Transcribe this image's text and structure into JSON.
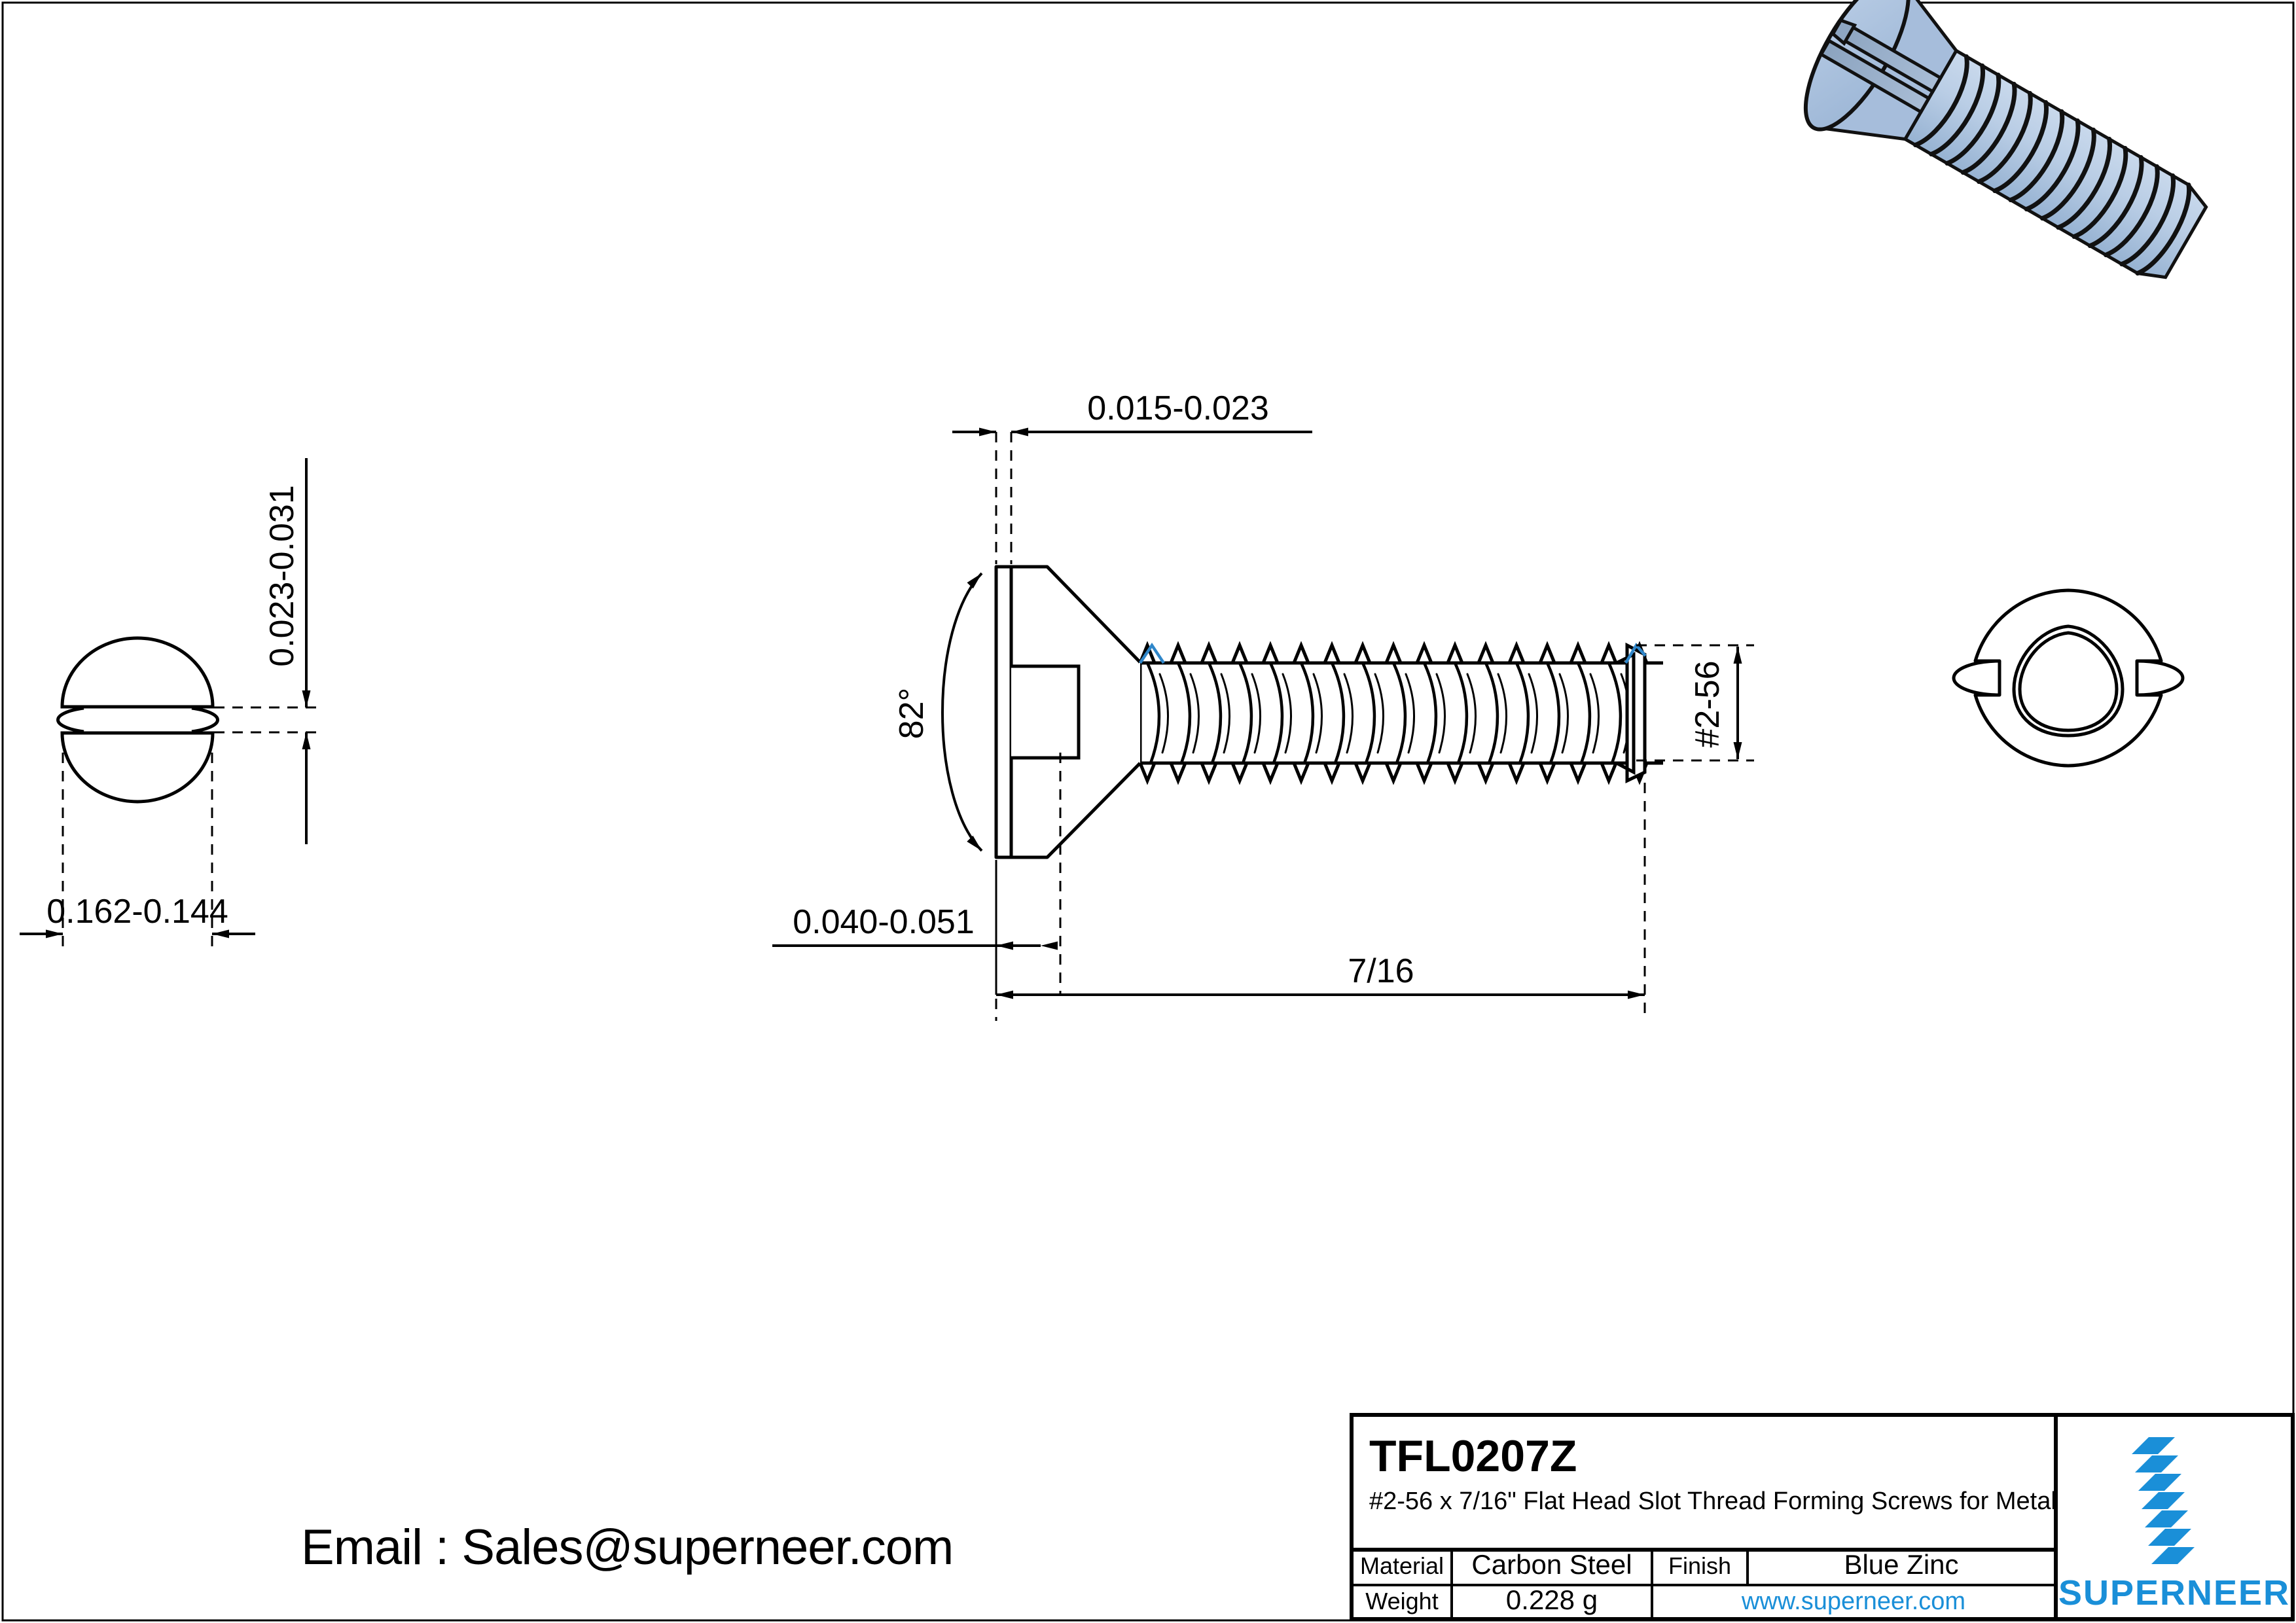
{
  "drawing": {
    "part_number": "TFL0207Z",
    "description": "#2-56 x 7/16\" Flat Head Slot Thread Forming Screws for Metal",
    "email_line": "Email : Sales@superneer.com",
    "brand": "SUPERNEER",
    "link_color": "#1a8fd8",
    "render_color": "#adc4e0",
    "line_color": "#000000"
  },
  "title_block": {
    "rows": [
      {
        "label": "Material",
        "value": "Carbon Steel",
        "label2": "Finish",
        "value2": "Blue Zinc"
      },
      {
        "label": "Weight",
        "value": "0.228 g",
        "link": "www.superneer.com"
      }
    ],
    "material_label": "Material",
    "material_value": "Carbon Steel",
    "finish_label": "Finish",
    "finish_value": "Blue Zinc",
    "weight_label": "Weight",
    "weight_value": "0.228 g",
    "website": "www.superneer.com"
  },
  "views": {
    "head_end_view": {
      "name": "head-end-view",
      "dimensions": {
        "slot_width_vertical": "0.023-0.031",
        "head_diameter": "0.162-0.144"
      }
    },
    "side_view": {
      "name": "side-section-view",
      "dimensions": {
        "slot_width": "0.015-0.023",
        "countersink_angle": "82°",
        "head_height": "0.040-0.051",
        "thread_size": "#2-56",
        "length": "7/16"
      }
    },
    "point_end_view": {
      "name": "point-end-view"
    }
  },
  "chart_data": {
    "type": "table",
    "title": "TFL0207Z",
    "categories": [
      "Material",
      "Carbon Steel",
      "Finish",
      "Blue Zinc",
      "Weight",
      "0.228 g",
      "www.superneer.com"
    ],
    "values": [],
    "annotations": [
      "0.023-0.031",
      "0.162-0.144",
      "0.015-0.023",
      "82°",
      "0.040-0.051",
      "#2-56",
      "7/16"
    ]
  }
}
